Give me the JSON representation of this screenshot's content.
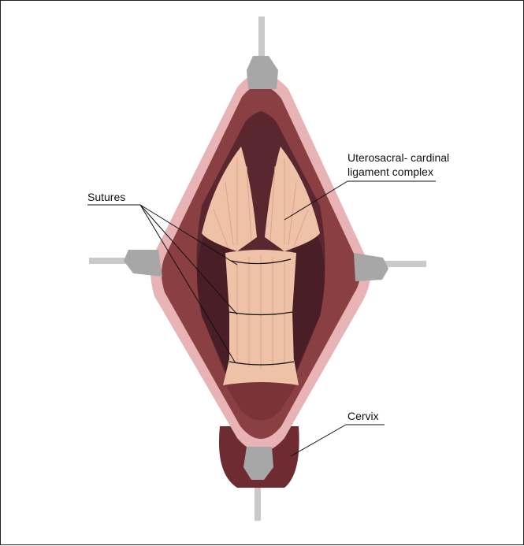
{
  "labels": {
    "ligament_line1": "Uterosacral- cardinal",
    "ligament_line2": "ligament complex",
    "sutures": "Sutures",
    "cervix": "Cervix"
  },
  "colors": {
    "mucosa_outer": "#e7b3b5",
    "mucosa_inner": "#f2cfd0",
    "wall": "#8a3f42",
    "cavity": "#5a2730",
    "ligament": "#efc2a8",
    "ligament_fiber": "#d9a58b",
    "retractor": "#a7a7a7",
    "retractor_rod": "#c9c9c9",
    "cervix": "#6e2b32",
    "line": "#111111"
  }
}
